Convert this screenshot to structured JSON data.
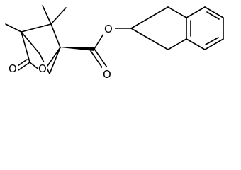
{
  "molecule": {
    "atoms": {
      "ketone_oxygen": "O",
      "bridge_oxygen": "O",
      "ester_carbonyl_oxygen": "O",
      "ester_oxygen": "O"
    }
  },
  "colors": {
    "bond": "#000000",
    "background": "#ffffff"
  }
}
